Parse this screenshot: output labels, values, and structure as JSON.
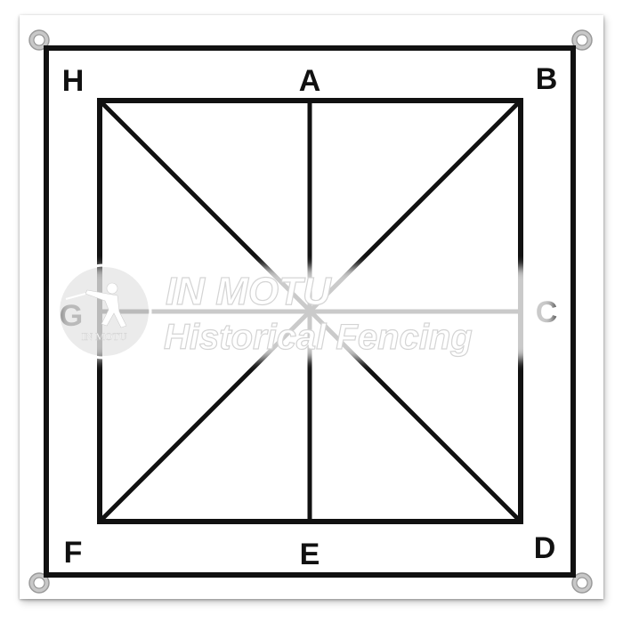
{
  "labels": {
    "top_left": "H",
    "top_center": "A",
    "top_right": "B",
    "middle_right": "C",
    "bottom_right": "D",
    "bottom_center": "E",
    "bottom_left": "F",
    "middle_left": "G"
  },
  "watermark": {
    "title": "IN MOTU",
    "subtitle": "Historical Fencing",
    "logo_text": "IN MOTU"
  },
  "colors": {
    "line": "#111111",
    "background": "#ffffff",
    "grommet": "#c8c8c8"
  }
}
